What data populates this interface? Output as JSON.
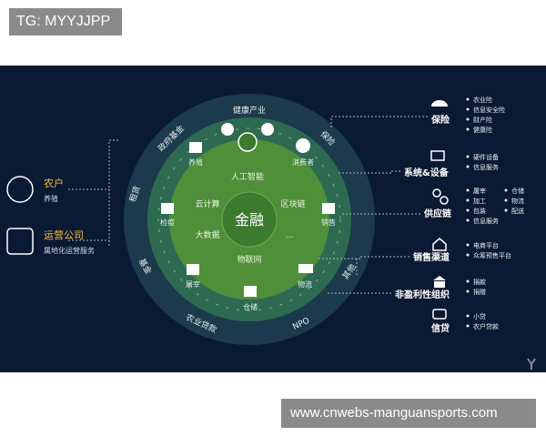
{
  "tag_label": "TG: MYYJJPP",
  "watermark_url": "www.cnwebs-manguansports.com",
  "diagram": {
    "center": "金融",
    "inner_ring": [
      "人工智能",
      "区块链",
      "...",
      "物联网",
      "大数据",
      "云计算"
    ],
    "middle_ring": [
      "消费者",
      "销售",
      "物流",
      "仓储",
      "屠宰",
      "检疫",
      "养殖"
    ],
    "outer_ring": [
      "健康产业",
      "保险",
      "其他",
      "NPO",
      "农业贷款",
      "基金",
      "租赁",
      "政府基金"
    ],
    "left_entities": [
      {
        "title": "农户",
        "sub": "养殖"
      },
      {
        "title": "运营公司",
        "sub": "属地化运营服务"
      }
    ],
    "right_groups": [
      {
        "title": "保险",
        "items": [
          "农业险",
          "信息安全险",
          "财产险",
          "健康险"
        ]
      },
      {
        "title": "系统&设备",
        "items": [
          "硬件设备",
          "信息服务"
        ]
      },
      {
        "title": "供应链",
        "items": [
          "屠宰",
          "仓储",
          "加工",
          "物流",
          "包装",
          "配送",
          "信息服务"
        ]
      },
      {
        "title": "销售渠道",
        "items": [
          "电商平台",
          "众筹预售平台"
        ]
      },
      {
        "title": "非盈利性组织",
        "items": [
          "捐款",
          "捐赠"
        ]
      },
      {
        "title": "信贷",
        "items": [
          "小贷",
          "农户贷款"
        ]
      }
    ],
    "colors": {
      "background": "#0b1a33",
      "outer_ring": "#1b3a4b",
      "middle_ring": "#2e6a52",
      "inner_ring": "#4f8f3a",
      "core": "#3c7a2e",
      "text": "#e8f0f0"
    }
  }
}
